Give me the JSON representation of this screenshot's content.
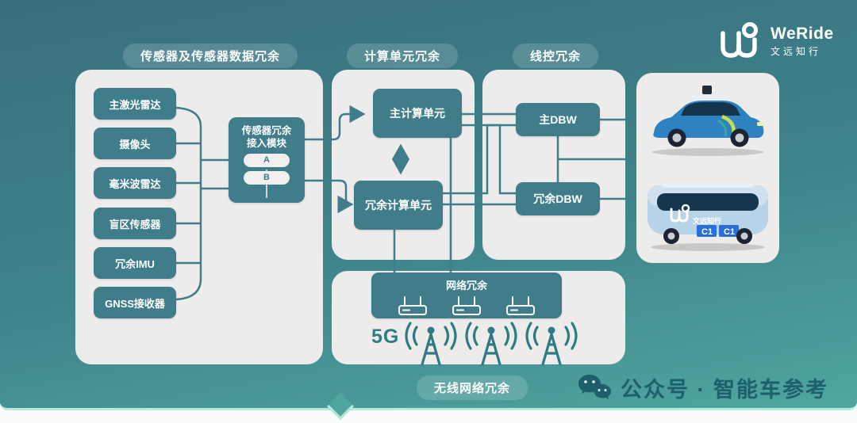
{
  "logo": {
    "brand": "WeRide",
    "brand_cn": "文远知行"
  },
  "titles": {
    "sensor_section": "传感器及传感器数据冗余",
    "compute_section": "计算单元冗余",
    "dbw_section": "线控冗余",
    "wireless_section": "无线网络冗余"
  },
  "sensors": [
    "主激光雷达",
    "摄像头",
    "毫米波雷达",
    "盲区传感器",
    "冗余IMU",
    "GNSS接收器"
  ],
  "access_module": {
    "line1": "传感器冗余",
    "line2": "接入模块",
    "port_a": "A",
    "port_b": "B"
  },
  "compute": {
    "main": "主计算单元",
    "redundant": "冗余计算单元"
  },
  "dbw": {
    "main": "主DBW",
    "redundant": "冗余DBW"
  },
  "network": {
    "label": "网络冗余",
    "tech": "5G"
  },
  "vehicles": {
    "robobus_text": "文远知行",
    "robobus_badge_1": "C1",
    "robobus_badge_2": "C1"
  },
  "watermark": {
    "text": "公众号 · 智能车参考"
  },
  "colors": {
    "background_top": "#38707d",
    "background_bottom": "#4fa69f",
    "panel": "#edecea",
    "box_teal": "#3f7d8a",
    "line": "#3f7d8a",
    "mint_edge": "#b2ecd8",
    "watermark": "#1d5f6a",
    "car_blue": "#2e82c2",
    "bus_blue": "#b7d3e8"
  }
}
